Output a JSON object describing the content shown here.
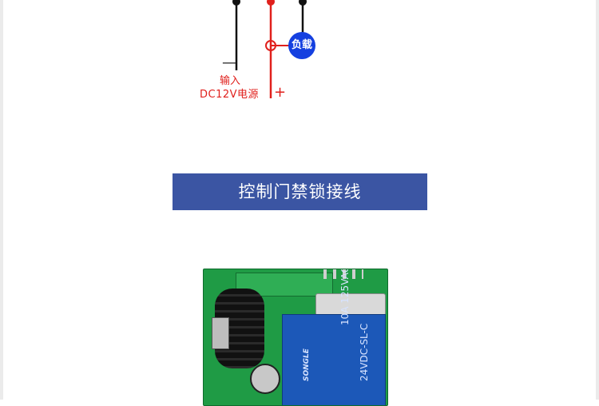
{
  "wiring": {
    "load_label": "负载",
    "minus": "—",
    "input_label": "输入",
    "power_label": "DC12V电源",
    "plus": "+"
  },
  "banner": {
    "title": "控制门禁锁接线"
  },
  "board": {
    "relay_brand": "SONGLE",
    "relay_spec_1": "10A 125VAC",
    "relay_spec_2": "24VDC-SL-C"
  },
  "colors": {
    "banner_bg": "#3b55a3",
    "positive_wire": "#e0201c",
    "negative_wire": "#111111",
    "load_node": "#1540e0",
    "pcb_green": "#1f9b45",
    "relay_blue": "#1c58b8"
  }
}
